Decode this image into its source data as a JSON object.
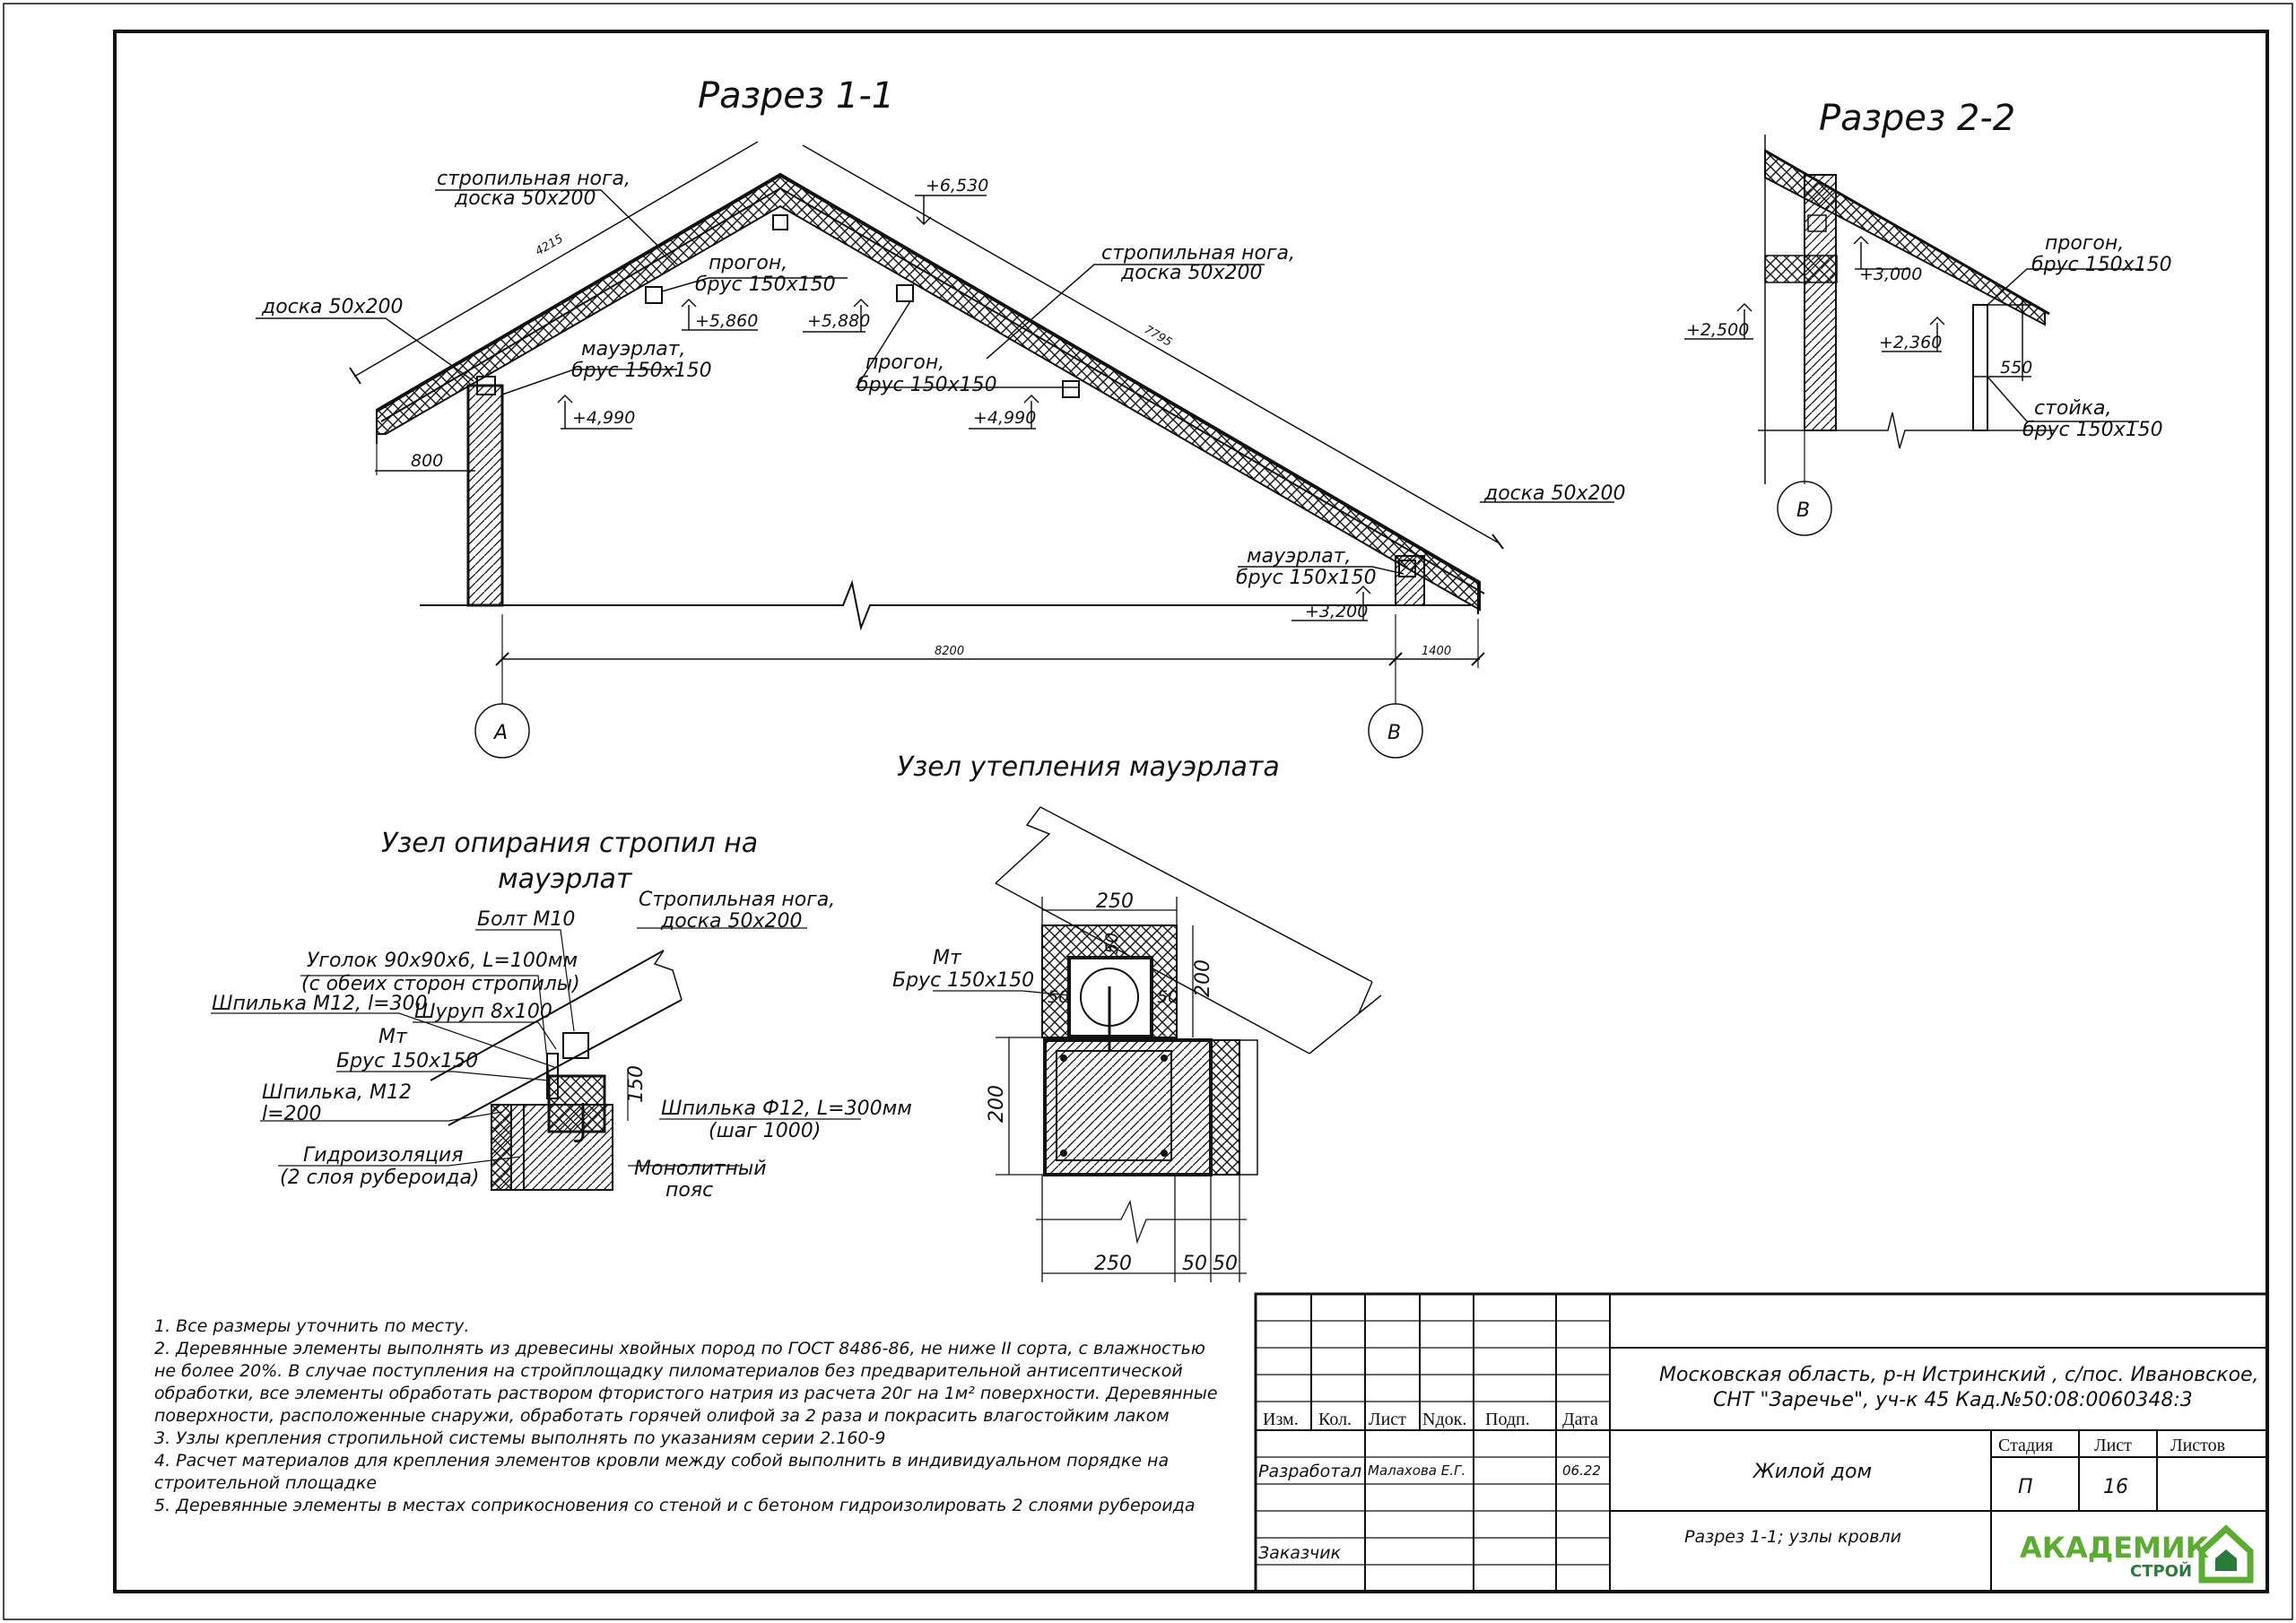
{
  "drawing": {
    "section_1": {
      "title": "Разрез 1-1",
      "labels": {
        "rafter_top_1": "стропильная нога,",
        "rafter_top_2": "доска 50х200",
        "board_left": "доска 50х200",
        "purlin_a_1": "прогон,",
        "purlin_a_2": "брус 150х150",
        "mauerlat_left_1": "мауэрлат,",
        "mauerlat_left_2": "брус 150х150",
        "purlin_b_1": "прогон,",
        "purlin_b_2": "брус 150х150",
        "rafter_right_1": "стропильная нога,",
        "rafter_right_2": "доска 50х200",
        "board_right": "доска 50х200",
        "mauerlat_right_1": "мауэрлат,",
        "mauerlat_right_2": "брус 150х150"
      },
      "elevations": {
        "ridge": "+6,530",
        "purlin_left": "+5,860",
        "purlin_center": "+5,880",
        "purlin_right": "+4,990",
        "mauerlat_left": "+4,990",
        "mauerlat_right": "+3,200"
      },
      "dimensions": {
        "overhang_left": "800",
        "slope_left": "4215",
        "slope_right": "7795",
        "span": "8200",
        "overhang_right": "1400"
      },
      "axes": [
        "А",
        "В"
      ]
    },
    "section_2": {
      "title": "Разрез 2-2",
      "labels": {
        "purlin_1": "прогон,",
        "purlin_2": "брус 150х150",
        "post_1": "стойка,",
        "post_2": "брус 150х150"
      },
      "elevations": [
        "+3,000",
        "+2,500",
        "+2,360"
      ],
      "dimension": "550",
      "axis": "В"
    },
    "node_insulation": {
      "title": "Узел утепления мауэрлата",
      "labels": {
        "mt": "Мт",
        "beam": "Брус 150х150"
      },
      "dimensions": {
        "top_width": "250",
        "top_height": "200",
        "left_height": "200",
        "d50a": "50",
        "d50b": "50",
        "d50c": "50",
        "bottom_width": "250",
        "bottom_50a": "50",
        "bottom_50b": "50"
      }
    },
    "node_support": {
      "title_line1": "Узел опирания стропил на",
      "title_line2": "мауэрлат",
      "labels": {
        "rafter_1": "Стропильная нога,",
        "rafter_2": "доска 50х200",
        "bolt": "Болт М10",
        "angle_1": "Уголок 90х90х6, L=100мм",
        "angle_2": "(с обеих сторон стропилы)",
        "stud_m12_300": "Шпилька М12, l=300",
        "screw": "Шуруп 8х100",
        "mt": "Мт",
        "beam": "Брус 150х150",
        "stud_m12_1": "Шпилька, М12",
        "stud_m12_2": "l=200",
        "stud_f12_1": "Шпилька Ф12, L=300мм",
        "stud_f12_2": "(шаг 1000)",
        "waterproof_1": "Гидроизоляция",
        "waterproof_2": "(2 слоя рубероида)",
        "mono_1": "Монолитный",
        "mono_2": "пояс",
        "dim150": "150"
      }
    }
  },
  "notes": [
    "1.      Все размеры уточнить по месту.",
    "2.      Деревянные элементы выполнять из древесины хвойных пород по ГОСТ 8486-86, не ниже II сорта, с влажностью",
    "не более 20%. В случае поступления на стройплощадку пиломатериалов без предварительной антисептической",
    "обработки, все элементы обработать раствором фтористого натрия из расчета 20г на 1м² поверхности. Деревянные",
    "поверхности, расположенные снаружи, обработать горячей олифой за 2 раза и покрасить влагостойким лаком",
    "3.      Узлы крепления стропильной системы выполнять по указаниям серии 2.160-9",
    "4.      Расчет материалов для крепления элементов кровли между собой выполнить в индивидуальном порядке на",
    "строительной площадке",
    "5.      Деревянные элементы в местах соприкосновения со стеной и с бетоном гидроизолировать 2 слоями рубероида"
  ],
  "title_block": {
    "col_headers": [
      "Изм.",
      "Кол.",
      "Лист",
      "Nдок.",
      "Подп.",
      "Дата"
    ],
    "address_line1": "Московская область, р-н Истринский , с/пос. Ивановское,",
    "address_line2": "СНТ \"Заречье\", уч-к 45 Кад.№50:08:0060348:3",
    "developed_label": "Разработал",
    "developer": "Малахова Е.Г.",
    "date": "06.22",
    "customer_label": "Заказчик",
    "object": "Жилой дом",
    "sheet_title": "Разрез 1-1; узлы кровли",
    "stage_header": "Стадия",
    "sheet_header": "Лист",
    "sheets_header": "Листов",
    "stage": "П",
    "sheet": "16",
    "sheets": "",
    "logo_main": "АКАДЕМИК",
    "logo_sub": "СТРОЙ"
  },
  "colors": {
    "logo_green": "#5cab32",
    "logo_dark": "#2a7a3a"
  }
}
